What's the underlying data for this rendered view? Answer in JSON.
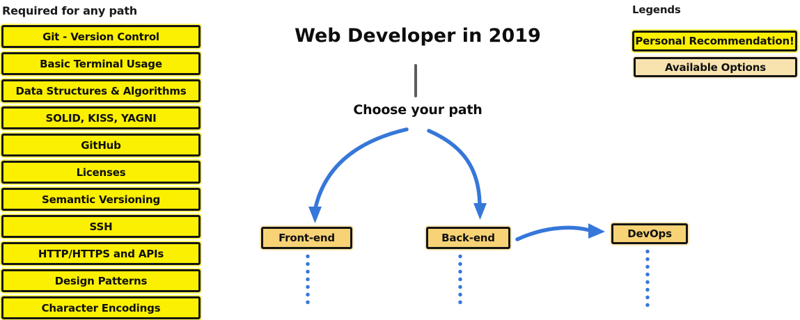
{
  "page": {
    "title": "Web Developer in 2019",
    "subtitle": "Choose your path"
  },
  "required": {
    "header": "Required for any path",
    "items": [
      "Git - Version Control",
      "Basic Terminal Usage",
      "Data Structures & Algorithms",
      "SOLID, KISS, YAGNI",
      "GitHub",
      "Licenses",
      "Semantic Versioning",
      "SSH",
      "HTTP/HTTPS and APIs",
      "Design Patterns",
      "Character Encodings"
    ]
  },
  "paths": [
    {
      "label": "Front-end"
    },
    {
      "label": "Back-end"
    },
    {
      "label": "DevOps"
    }
  ],
  "legends": {
    "header": "Legends",
    "items": [
      {
        "label": "Personal Recommendation!",
        "type": "recommendation"
      },
      {
        "label": "Available Options",
        "type": "available-option"
      }
    ]
  },
  "colors": {
    "recommendation_yellow": "#FBF000",
    "option_gold": "#F8D376",
    "option_light_tan": "#F8E3AF",
    "arrow_blue": "#3677D9",
    "connector_gray": "#5C5C5C"
  }
}
